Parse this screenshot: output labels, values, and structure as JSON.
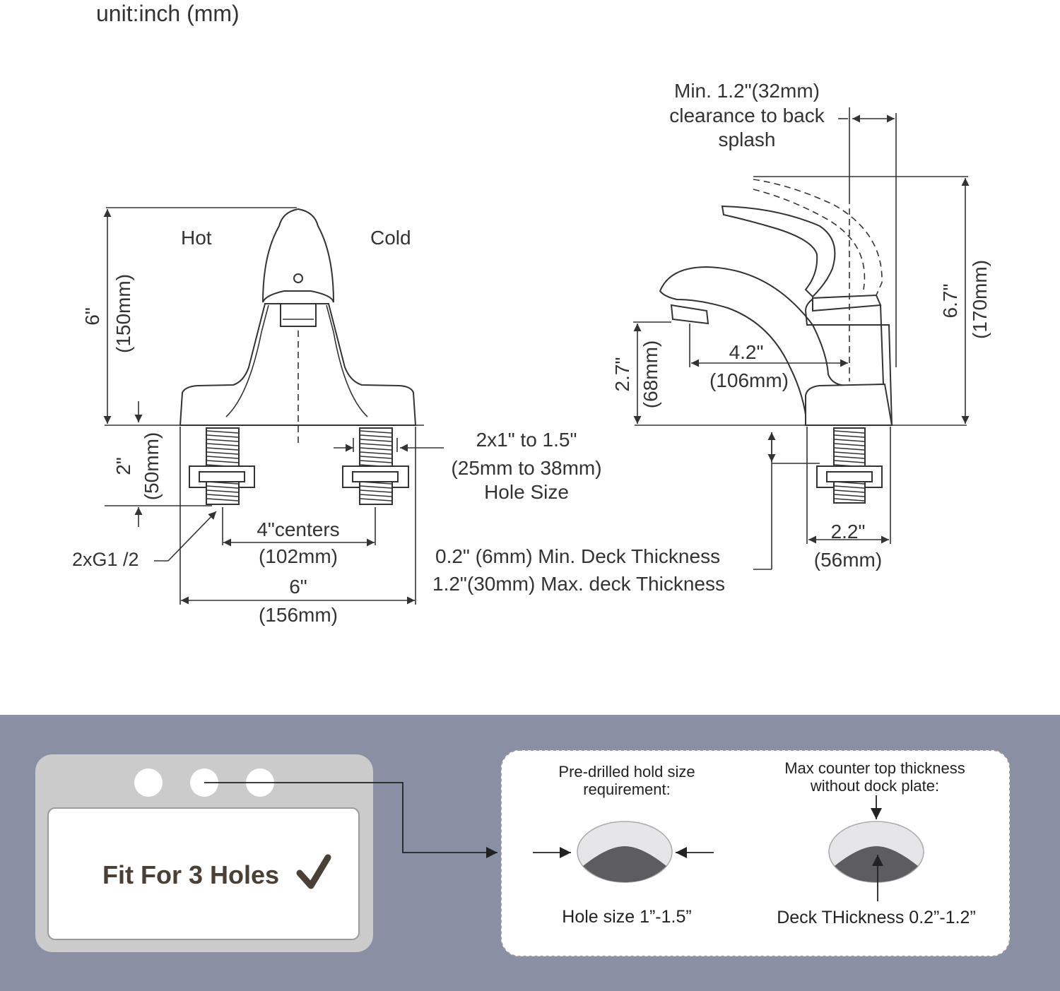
{
  "header": {
    "unit": "unit:inch (mm)"
  },
  "front_view": {
    "hot_label": "Hot",
    "cold_label": "Cold",
    "height_in": "6\"",
    "height_mm": "(150mm)",
    "shank_len_in": "2\"",
    "shank_len_mm": "(50mm)",
    "hole_size_line1": "2x1\" to 1.5\"",
    "hole_size_line2": "(25mm to 38mm)",
    "hole_size_line3": "Hole Size",
    "centers_in": "4\"centers",
    "centers_mm": "(102mm)",
    "connector": "2xG1 /2",
    "width_in": "6\"",
    "width_mm": "(156mm)"
  },
  "deck_thickness": {
    "min": "0.2\" (6mm) Min. Deck Thickness",
    "max": "1.2\"(30mm) Max. deck Thickness"
  },
  "side_view": {
    "clearance_line1": "Min. 1.2\"(32mm)",
    "clearance_line2": "clearance to back",
    "clearance_line3": "splash",
    "height_in": "6.7\"",
    "height_mm": "(170mm)",
    "spout_height_in": "2.7\"",
    "spout_height_mm": "(68mm)",
    "reach_in": "4.2\"",
    "reach_mm": "(106mm)",
    "base_in": "2.2\"",
    "base_mm": "(56mm)"
  },
  "banner": {
    "background_color": "#8a90a4",
    "fit_text": "Fit For 3 Holes",
    "check_icon": "check-icon",
    "hole_req_title_line1": "Pre-drilled hold size",
    "hole_req_title_line2": "requirement:",
    "hole_size_caption": "Hole size 1”-1.5”",
    "counter_title_line1": "Max counter top thickness",
    "counter_title_line2": "without dock plate:",
    "deck_caption": "Deck THickness 0.2”-1.2”"
  }
}
